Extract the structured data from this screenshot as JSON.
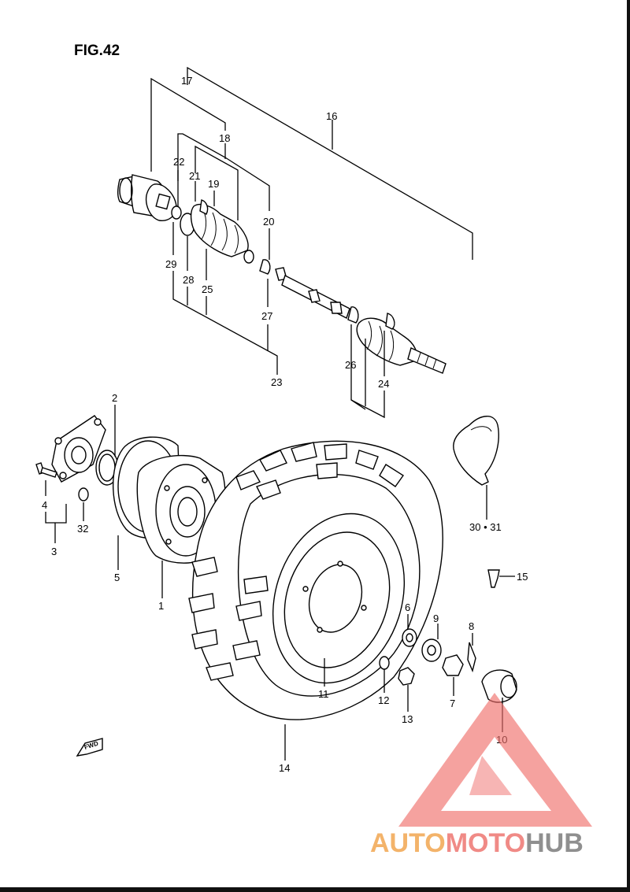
{
  "figure": {
    "title": "FIG.42"
  },
  "callouts": [
    {
      "id": "1",
      "label": "1"
    },
    {
      "id": "2",
      "label": "2"
    },
    {
      "id": "3",
      "label": "3"
    },
    {
      "id": "4",
      "label": "4"
    },
    {
      "id": "5",
      "label": "5"
    },
    {
      "id": "6",
      "label": "6"
    },
    {
      "id": "7",
      "label": "7"
    },
    {
      "id": "8",
      "label": "8"
    },
    {
      "id": "9",
      "label": "9"
    },
    {
      "id": "10",
      "label": "10"
    },
    {
      "id": "11",
      "label": "11"
    },
    {
      "id": "12",
      "label": "12"
    },
    {
      "id": "13",
      "label": "13"
    },
    {
      "id": "14",
      "label": "14"
    },
    {
      "id": "15",
      "label": "15"
    },
    {
      "id": "16",
      "label": "16"
    },
    {
      "id": "17",
      "label": "17"
    },
    {
      "id": "18",
      "label": "18"
    },
    {
      "id": "19",
      "label": "19"
    },
    {
      "id": "20",
      "label": "20"
    },
    {
      "id": "21",
      "label": "21"
    },
    {
      "id": "22",
      "label": "22"
    },
    {
      "id": "23",
      "label": "23"
    },
    {
      "id": "24",
      "label": "24"
    },
    {
      "id": "25",
      "label": "25"
    },
    {
      "id": "26",
      "label": "26"
    },
    {
      "id": "27",
      "label": "27"
    },
    {
      "id": "28",
      "label": "28"
    },
    {
      "id": "29",
      "label": "29"
    },
    {
      "id": "3031",
      "label": "30 • 31"
    },
    {
      "id": "32",
      "label": "32"
    }
  ],
  "fwd_arrow": {
    "label": "FWD"
  },
  "watermark": {
    "word_a": "AUTO",
    "word_b": "MOTO",
    "word_c": "HUB",
    "color_a": "#f3b36a",
    "color_b": "#f08a86",
    "color_c": "#9a9a9a",
    "logo_color": "#ef6e6a"
  }
}
